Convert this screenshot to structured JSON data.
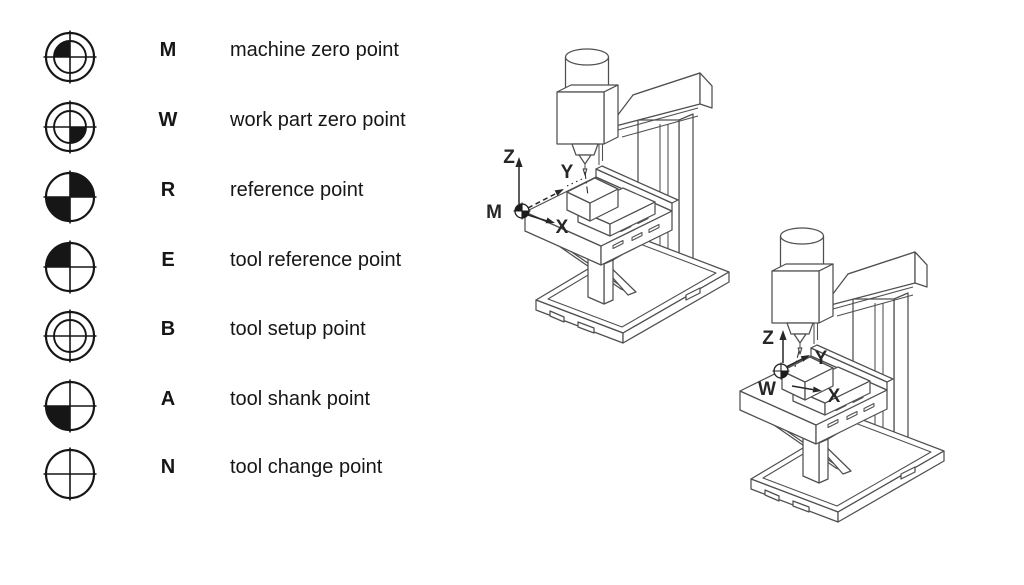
{
  "legend": {
    "items": [
      {
        "letter": "M",
        "label": "machine zero point",
        "symbol": "double-nw"
      },
      {
        "letter": "W",
        "label": "work part zero point",
        "symbol": "double-se"
      },
      {
        "letter": "R",
        "label": "reference point",
        "symbol": "single-ne-sw"
      },
      {
        "letter": "E",
        "label": "tool reference point",
        "symbol": "single-nw"
      },
      {
        "letter": "B",
        "label": "tool setup point",
        "symbol": "double-none"
      },
      {
        "letter": "A",
        "label": "tool shank point",
        "symbol": "single-sw"
      },
      {
        "letter": "N",
        "label": "tool change point",
        "symbol": "single-none"
      }
    ]
  },
  "machines": [
    {
      "origin_label": "M",
      "axis_x": "X",
      "axis_y": "Y",
      "axis_z": "Z"
    },
    {
      "origin_label": "W",
      "axis_x": "X",
      "axis_y": "Y",
      "axis_z": "Z"
    }
  ],
  "colors": {
    "ink": "#161616",
    "line": "#4f4f4f",
    "axis": "#272727"
  }
}
